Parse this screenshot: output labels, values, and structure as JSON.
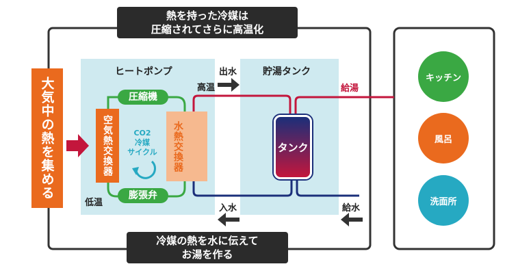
{
  "banners": {
    "top": [
      "熱を持った冷媒は",
      "圧縮されてさらに高温化"
    ],
    "bottom": [
      "冷媒の熱を水に伝えて",
      "お湯を作る"
    ]
  },
  "left_label": "大気中の熱を集める",
  "heatpump": {
    "title": "ヒートポンプ",
    "compressor": "圧縮機",
    "expansion_valve": "膨張弁",
    "air_exchanger": "空気熱交換器",
    "water_exchanger": "水熱交換器",
    "cycle_lines": [
      "CO2",
      "冷媒",
      "サイクル"
    ]
  },
  "labels": {
    "high_temp": "高温",
    "low_temp": "低温",
    "water_out": "出水",
    "water_in": "入水",
    "hot_supply": "給湯",
    "water_supply": "給水"
  },
  "storage": {
    "title": "貯湯タンク",
    "tank": "タンク"
  },
  "destinations": [
    "キッチン",
    "風呂",
    "洗面所"
  ],
  "colors": {
    "orange": "#ea6a1e",
    "green": "#3aa843",
    "red": "#c3163c",
    "navy": "#1b2f7a",
    "teal": "#26a9c2",
    "panel": "#cfeaf0",
    "frame": "#333333"
  }
}
